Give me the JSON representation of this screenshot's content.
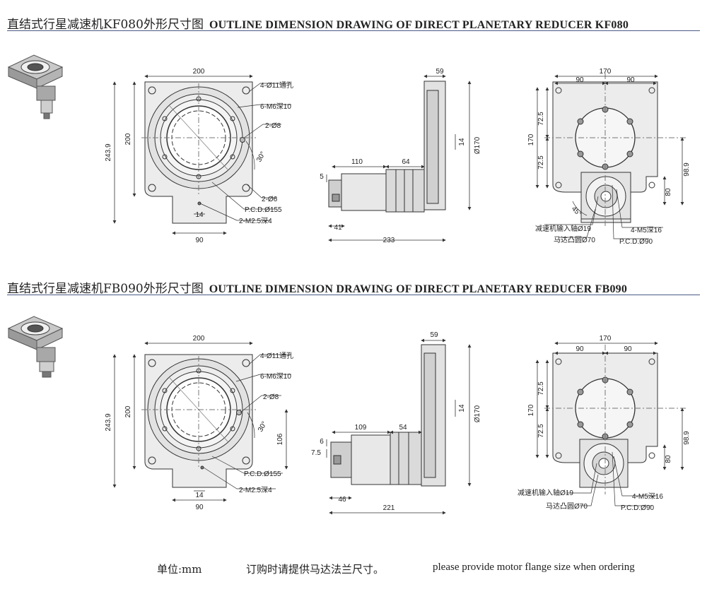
{
  "sections": [
    {
      "title_zh": "直结式行星减速机KF080外形尺寸图",
      "title_en": "OUTLINE DIMENSION DRAWING OF DIRECT PLANETARY REDUCER KF080",
      "front": {
        "width": "200",
        "height": "200",
        "total_height": "243.9",
        "boss": "14",
        "tab": "90",
        "holes": "4-Ø11通孔",
        "thread": "6-M6深10",
        "pin": "2-Ø8",
        "angle": "30°",
        "pin2": "2-Ø6",
        "pcd": "P.C.D.Ø155",
        "tap": "2-M2.5深4"
      },
      "side": {
        "flange": "59",
        "bore": "Ø170",
        "key": "14",
        "len1": "110",
        "len2": "64",
        "shaft": "5",
        "out": "41",
        "total": "233"
      },
      "rear": {
        "width": "170",
        "half_l": "90",
        "half_r": "90",
        "height": "170",
        "h1": "72.5",
        "h2": "72.5",
        "center": "98.9",
        "off": "80",
        "angle": "45°",
        "input": "减速机输入轴Ø19",
        "spigot": "马达凸圆Ø70",
        "mtap": "4-M5深16",
        "pcd": "P.C.D.Ø90"
      }
    },
    {
      "title_zh": "直结式行星减速机FB090外形尺寸图",
      "title_en": "OUTLINE DIMENSION DRAWING OF DIRECT PLANETARY REDUCER FB090",
      "front": {
        "width": "200",
        "height": "200",
        "total_height": "243.9",
        "boss": "14",
        "tab": "90",
        "holes": "4-Ø11通孔",
        "thread": "6-M6深10",
        "pin": "2-Ø8",
        "angle": "30°",
        "side_dim": "106",
        "pcd": "P.C.D.Ø155",
        "tap": "2-M2.5深4"
      },
      "side": {
        "flange": "59",
        "bore": "Ø170",
        "key": "14",
        "len1": "109",
        "len2": "54",
        "shaft": "6",
        "shaft2": "7.5",
        "out": "46",
        "total": "221"
      },
      "rear": {
        "width": "170",
        "half_l": "90",
        "half_r": "90",
        "height": "170",
        "h1": "72.5",
        "h2": "72.5",
        "center": "98.9",
        "off": "80",
        "input": "减速机输入轴Ø19",
        "spigot": "马达凸圆Ø70",
        "mtap": "4-M5深16",
        "pcd": "P.C.D.Ø90"
      }
    }
  ],
  "footer": {
    "unit": "单位:mm",
    "note_zh": "订购时请提供马达法兰尺寸。",
    "note_en": "please provide motor flange size when ordering"
  },
  "colors": {
    "rule": "#4a5a86",
    "line": "#333333",
    "fill": "#e9e9e9"
  }
}
